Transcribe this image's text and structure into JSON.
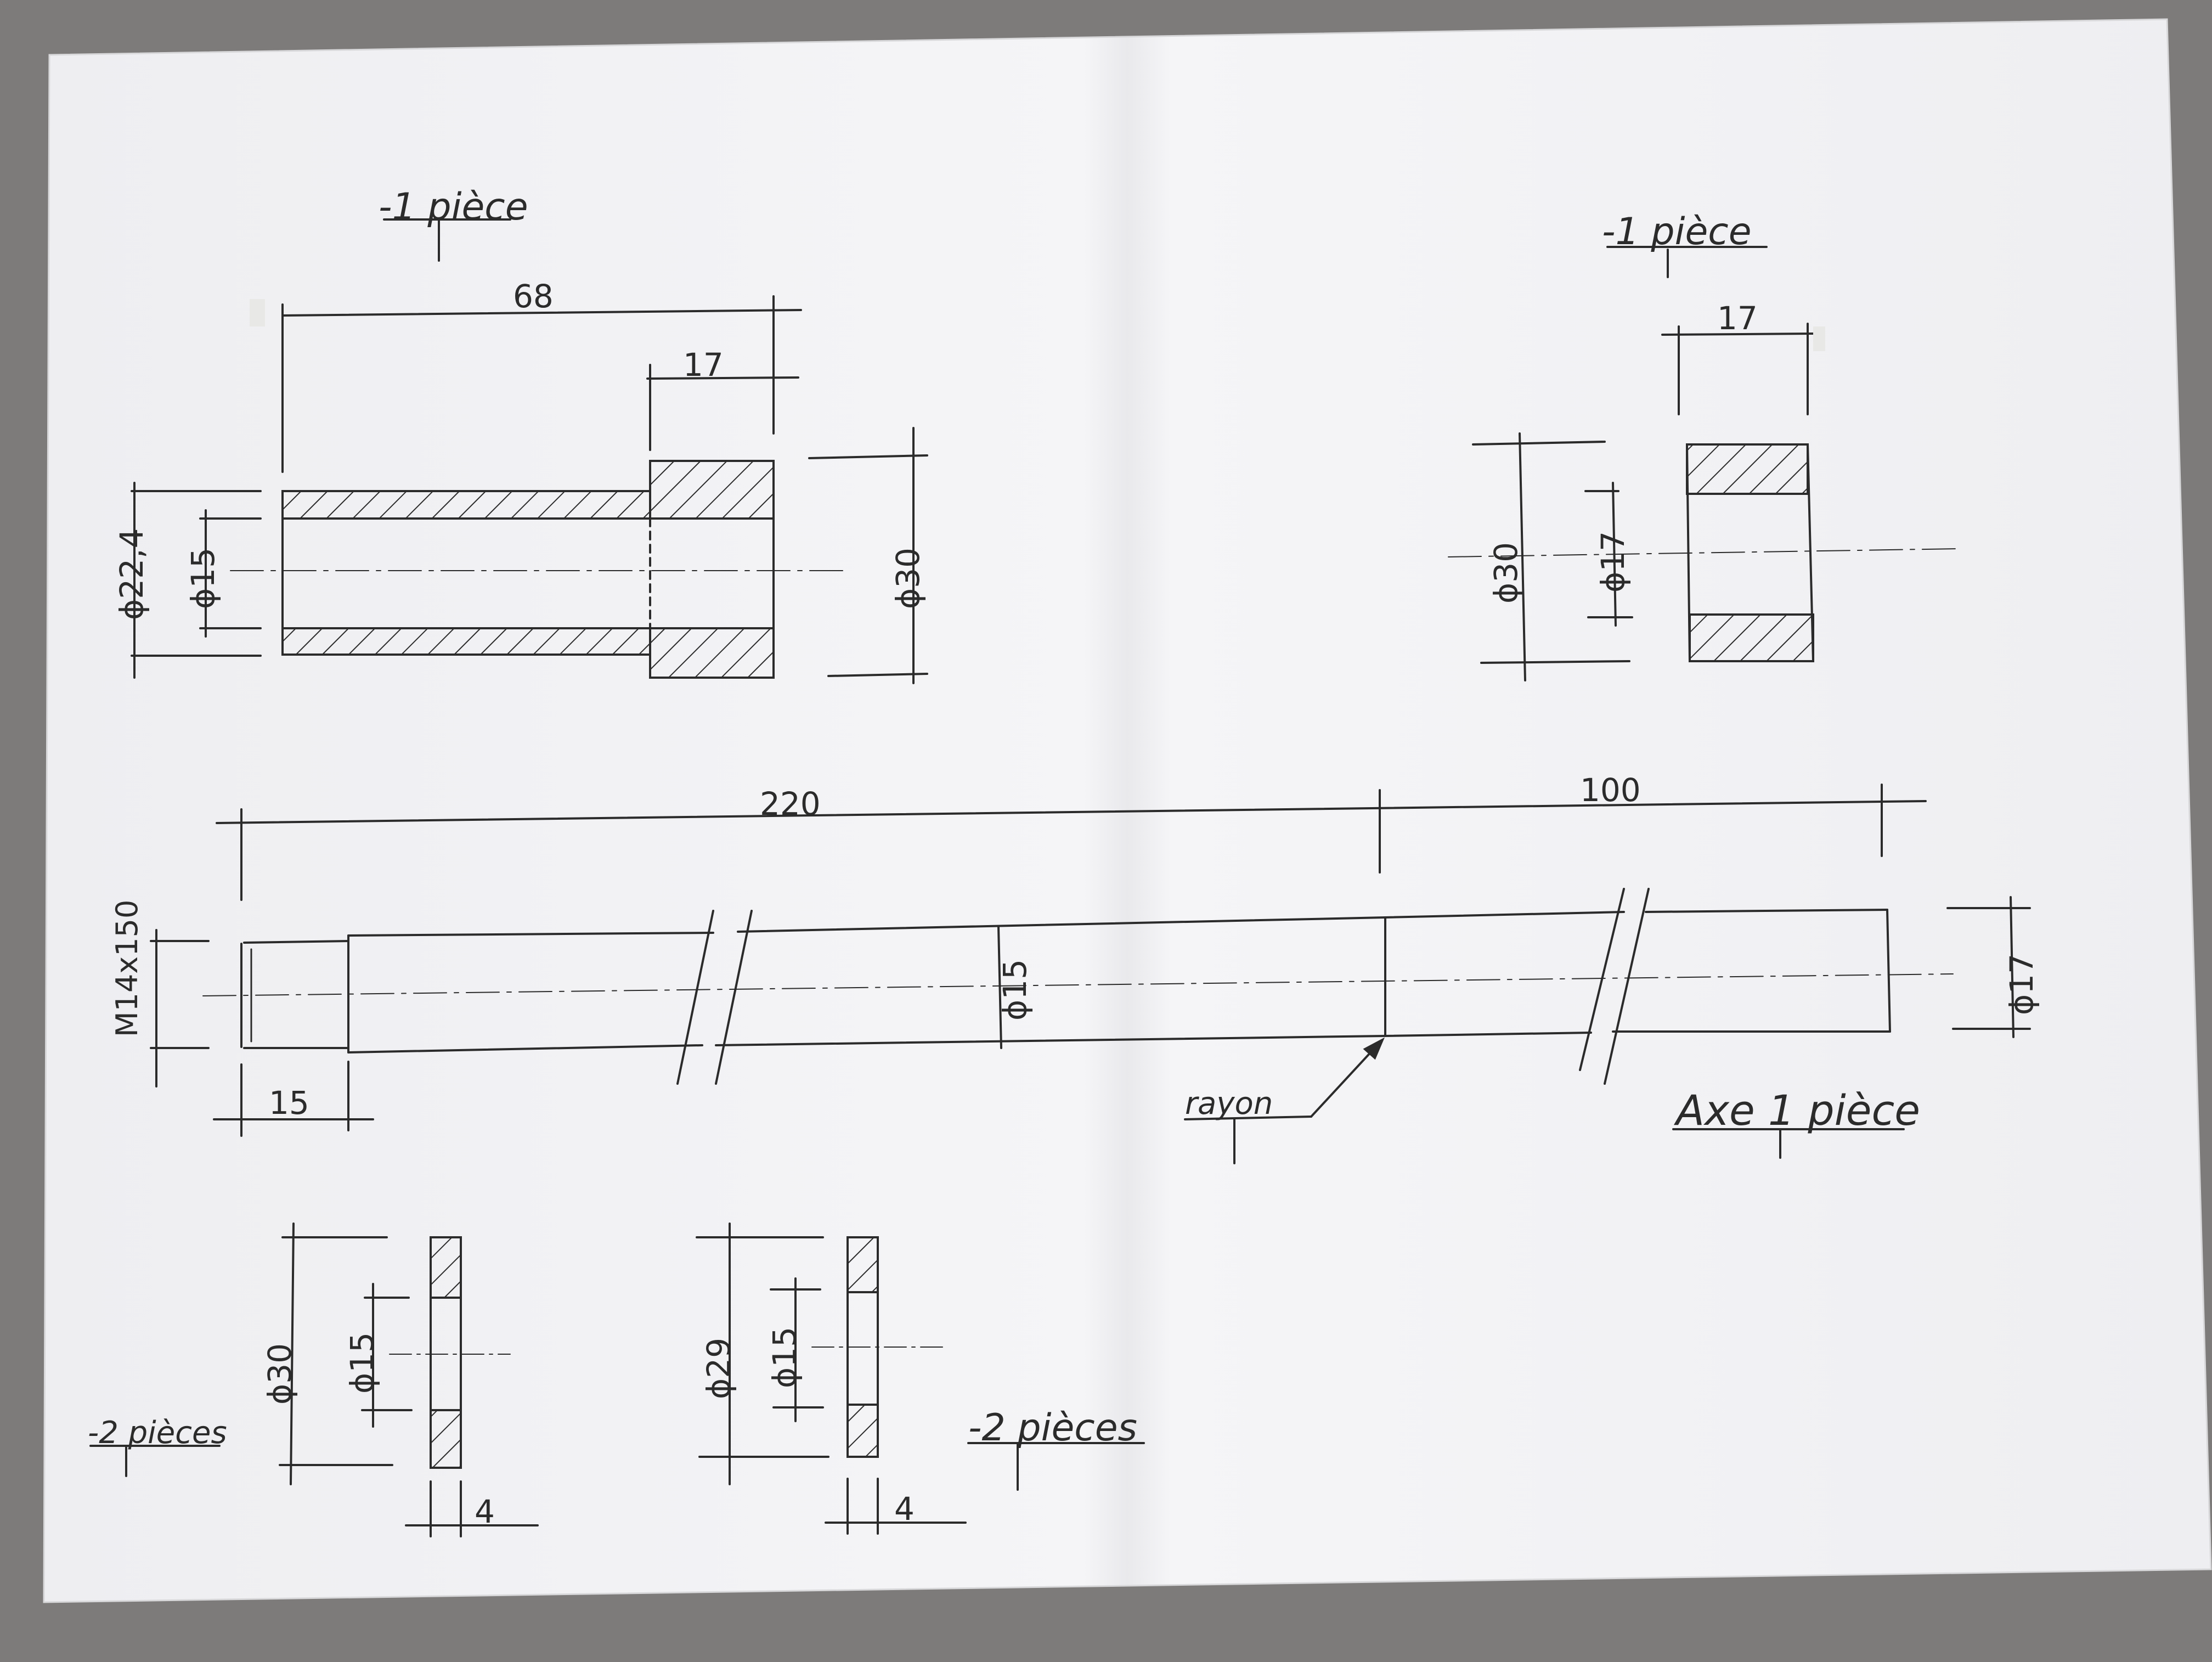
{
  "drawing": {
    "bushing": {
      "qty_label": "-1 pièce",
      "dim_length": "68",
      "dim_flange": "17",
      "dim_outer": "ϕ22,4",
      "dim_bore": "ϕ15",
      "dim_flange_dia": "ϕ30"
    },
    "ring": {
      "qty_label": "-1 pièce",
      "dim_width": "17",
      "dim_outer": "ϕ30",
      "dim_bore": "ϕ17"
    },
    "axle": {
      "title": "Axe 1 pièce",
      "dim_total": "220",
      "dim_right": "100",
      "dim_thread": "M14x150",
      "dim_thread_len": "15",
      "dim_mid": "ϕ15",
      "dim_end": "ϕ17",
      "note": "rayon"
    },
    "washer_a": {
      "qty_label": "-2 pièces",
      "dim_outer": "ϕ30",
      "dim_bore": "ϕ15",
      "dim_thick": "4"
    },
    "washer_b": {
      "qty_label": "-2 pièces",
      "dim_outer": "ϕ29",
      "dim_bore": "ϕ15",
      "dim_thick": "4"
    }
  },
  "colors": {
    "paper": "#f1f1f3",
    "ink": "#2b2b2b",
    "background": "#7d7b7a"
  }
}
